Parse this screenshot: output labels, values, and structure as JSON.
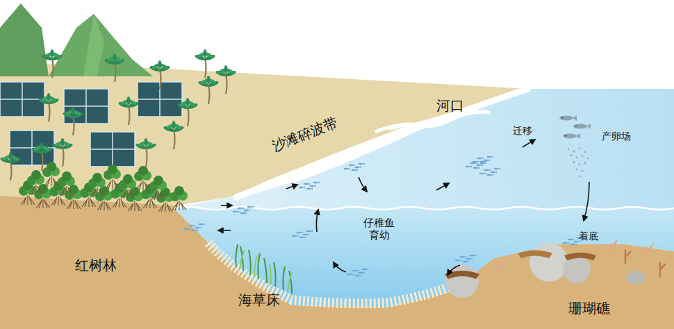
{
  "diagram": {
    "labels": [
      "河口",
      "沙滩碎波带",
      "迁移",
      "产卵场",
      "红树林",
      "仔稚鱼 育幼",
      "着底",
      "海草床",
      "珊瑚礁"
    ]
  }
}
